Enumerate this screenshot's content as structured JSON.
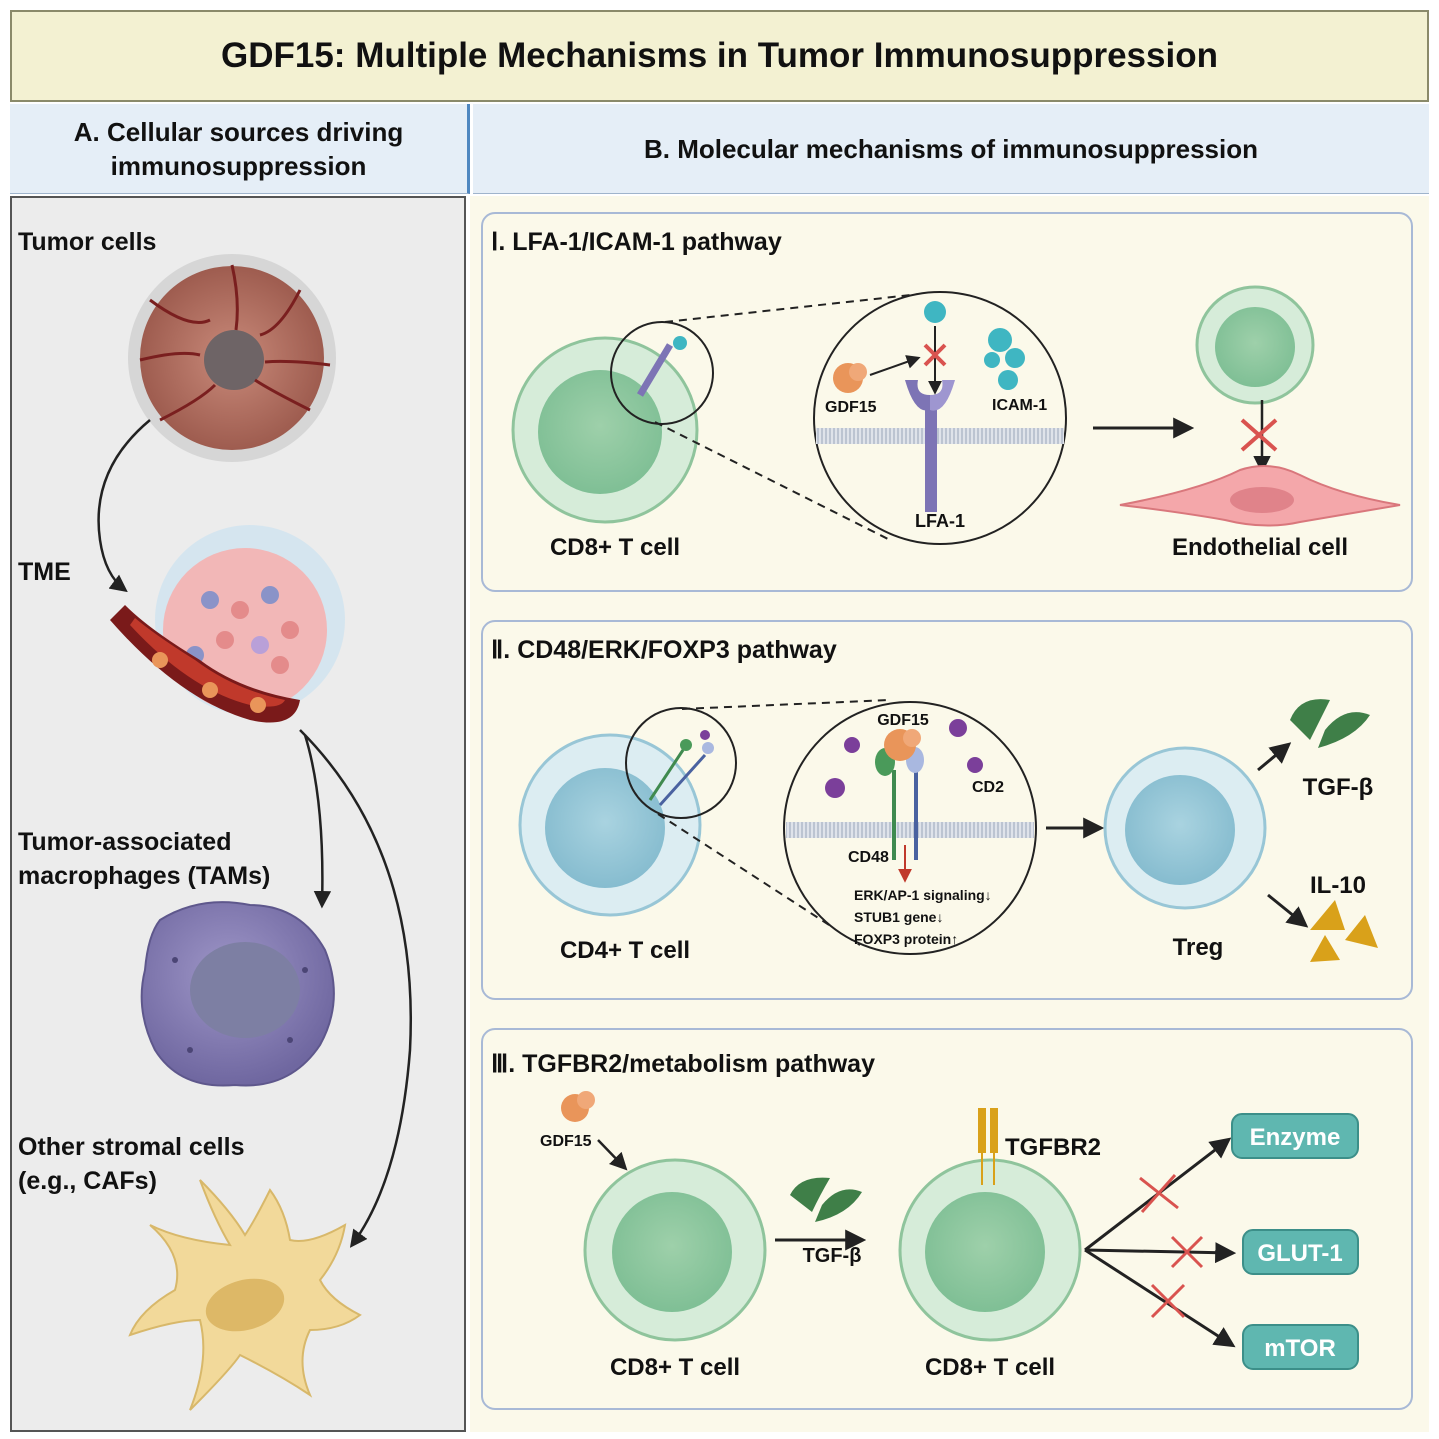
{
  "title": "GDF15: Multiple Mechanisms in Tumor Immunosuppression",
  "section_a": {
    "header_line1": "A. Cellular sources driving",
    "header_line2": "immunosuppression",
    "tumor_cells": "Tumor cells",
    "tme": "TME",
    "tams_line1": "Tumor-associated",
    "tams_line2": "macrophages (TAMs)",
    "stromal_line1": "Other stromal cells",
    "stromal_line2": "(e.g., CAFs)"
  },
  "section_b": {
    "header": "B. Molecular mechanisms of immunosuppression",
    "pathway1": {
      "title": "Ⅰ. LFA-1/ICAM-1 pathway",
      "cell_label": "CD8+ T cell",
      "gdf15": "GDF15",
      "icam1": "ICAM-1",
      "lfa1": "LFA-1",
      "target_label": "Endothelial cell"
    },
    "pathway2": {
      "title": "Ⅱ. CD48/ERK/FOXP3 pathway",
      "cell_label": "CD4+ T cell",
      "gdf15": "GDF15",
      "cd2": "CD2",
      "cd48": "CD48",
      "effect1": "ERK/AP-1 signaling↓",
      "effect2": "STUB1 gene↓",
      "effect3": "FOXP3 protein↑",
      "treg": "Treg",
      "tgfb": "TGF-β",
      "il10": "IL-10"
    },
    "pathway3": {
      "title": "Ⅲ. TGFBR2/metabolism pathway",
      "gdf15": "GDF15",
      "cell_label_left": "CD8+ T cell",
      "tgfb": "TGF-β",
      "tgfbr2": "TGFBR2",
      "cell_label_right": "CD8+ T cell",
      "targets": [
        "Enzyme",
        "GLUT-1",
        "mTOR"
      ]
    }
  },
  "colors": {
    "title_bg": "#f3f1d2",
    "header_bg": "#e5eef7",
    "cd8_cell": "#a9d8b6",
    "cd4_cell": "#b6dbe6",
    "tam": "#8c84b8",
    "caf": "#f2d99a",
    "target_box": "#5fb7b0",
    "inhibit": "#d9534f"
  }
}
